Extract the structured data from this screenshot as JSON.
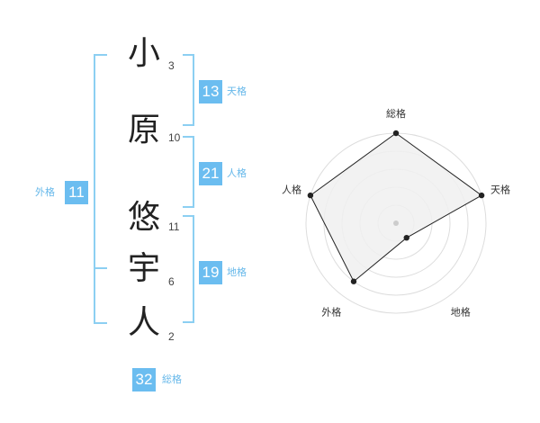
{
  "name_chars": [
    {
      "char": "小",
      "strokes": "3"
    },
    {
      "char": "原",
      "strokes": "10"
    },
    {
      "char": "悠",
      "strokes": "11"
    },
    {
      "char": "宇",
      "strokes": "6"
    },
    {
      "char": "人",
      "strokes": "2"
    }
  ],
  "grids": {
    "tenkaku": {
      "value": "13",
      "label": "天格"
    },
    "jinkaku": {
      "value": "21",
      "label": "人格"
    },
    "chikaku": {
      "value": "19",
      "label": "地格"
    },
    "gaikaku": {
      "value": "11",
      "label": "外格"
    },
    "soukaku": {
      "value": "32",
      "label": "総格"
    }
  },
  "colors": {
    "accent": "#6bbdf0",
    "bracket": "#8ccff2",
    "radar_fill": "#f0f0f0"
  },
  "chart_data": {
    "type": "radar",
    "axes": [
      "総格",
      "天格",
      "地格",
      "外格",
      "人格"
    ],
    "values": [
      5,
      5,
      1,
      4,
      5
    ],
    "max": 5,
    "rings": 5
  }
}
